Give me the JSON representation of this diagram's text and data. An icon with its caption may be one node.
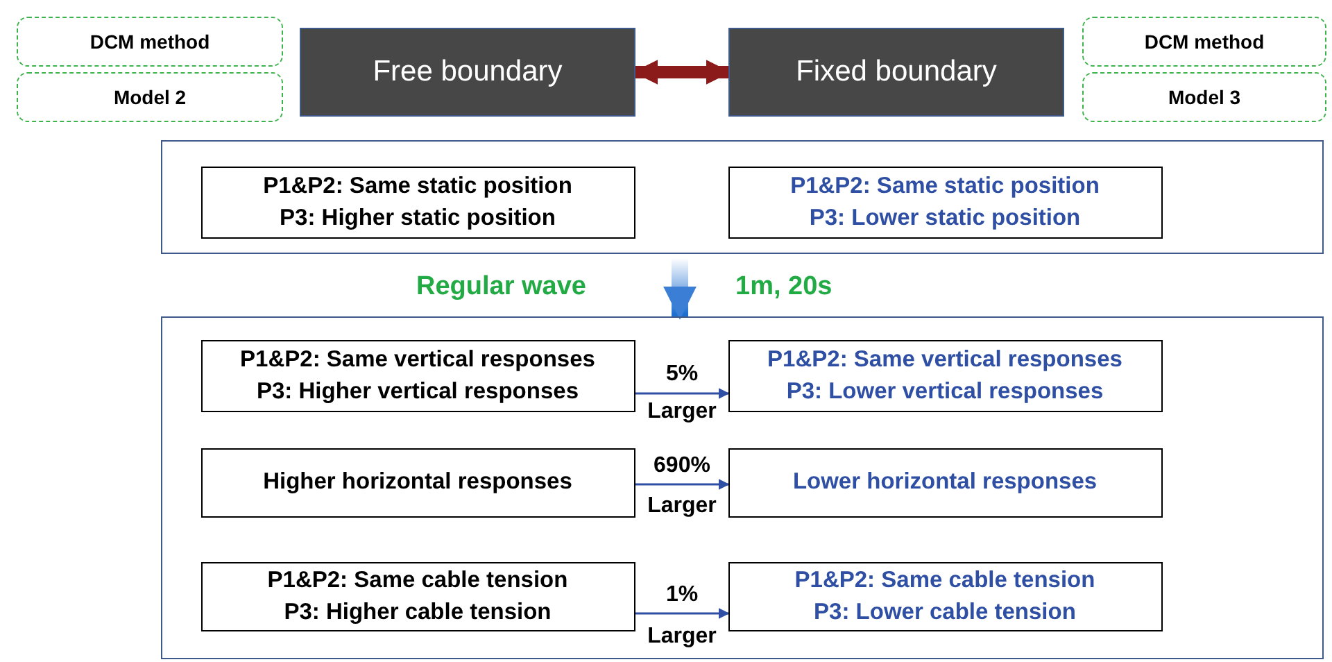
{
  "diagram": {
    "nodes": [
      {
        "text": [
          "DCM method"
        ]
      },
      {
        "text": [
          "Model 2"
        ]
      },
      {
        "text": [
          "Free boundary"
        ]
      },
      {
        "text": [
          "Fixed boundary"
        ]
      },
      {
        "text": [
          "DCM method"
        ]
      },
      {
        "text": [
          "Model 3"
        ]
      },
      {
        "text": [],
        "shape": "box"
      },
      {
        "text": [
          "P1&P2: Same static position P3: Higher static position"
        ],
        "in": 6
      },
      {
        "text": [
          "P1&P2: Same static position P3: Lower static position"
        ],
        "in": 6
      },
      {
        "text": [],
        "shape": "box"
      },
      {
        "text": [
          "P1&P2: Same vertical responses P3: Higher vertical responses"
        ],
        "in": 9
      },
      {
        "text": [
          "P1&P2: Same vertical responses P3: Lower vertical responses"
        ],
        "in": 9
      },
      {
        "text": [
          "Higher horizontal responses"
        ],
        "in": 9
      },
      {
        "text": [
          "Lower horizontal responses"
        ],
        "in": 9
      },
      {
        "text": [
          "P1&P2: Same cable tension P3: Higher cable tension"
        ],
        "in": 9
      },
      {
        "text": [
          "P1&P2: Same cable tension P3: Lower cable tension"
        ],
        "in": 9
      }
    ],
    "edges": [
      {
        "from": 2,
        "to": 3,
        "arrow": "both",
        "style": "thick",
        "color": "#8b1a1a"
      },
      {
        "from": 6,
        "to": 9,
        "arrow": "to",
        "style": "thick",
        "color": "#3a7fd5"
      },
      {
        "from": 10,
        "to": 11,
        "arrow": "to",
        "label": "5%"
      },
      {
        "from": 12,
        "to": 13,
        "arrow": "to",
        "label": "690%"
      },
      {
        "from": 14,
        "to": 15,
        "arrow": "to",
        "label": "1%"
      }
    ],
    "labels": [
      "Regular wave",
      "1m, 20s",
      "Larger",
      "Larger",
      "Larger"
    ]
  }
}
